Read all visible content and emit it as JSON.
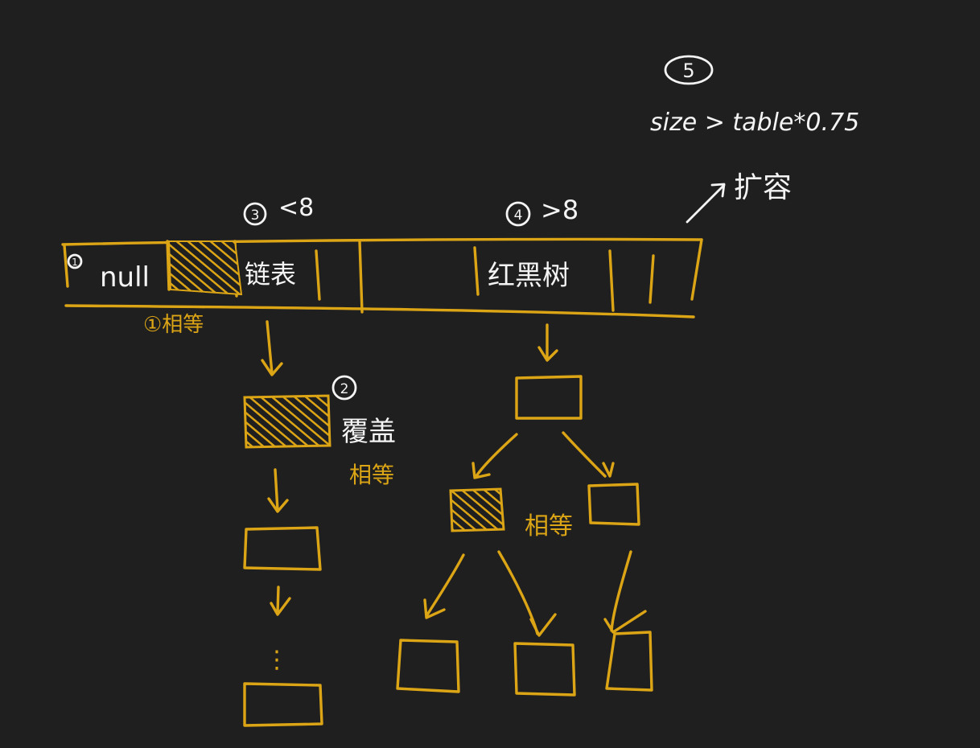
{
  "colors": {
    "background": "#1f1f1f",
    "ink_yellow": "#dca516",
    "ink_white": "#f4f4f4"
  },
  "labels": {
    "step5_marker": "5",
    "resize_condition": "size > table*0.75",
    "resize_label": "扩容",
    "step3_marker": "3",
    "step3_condition": "<8",
    "step4_marker": "4",
    "step4_condition": ">8",
    "step1_marker": "1",
    "null_slot": "null",
    "linked_list": "链表",
    "red_black_tree": "红黑树",
    "step1_equal": "①相等",
    "step2_marker": "2",
    "step2_text_line1": "覆盖",
    "step2_text_line2": "相等",
    "tree_equal": "相等",
    "ellipsis": "⋮"
  }
}
